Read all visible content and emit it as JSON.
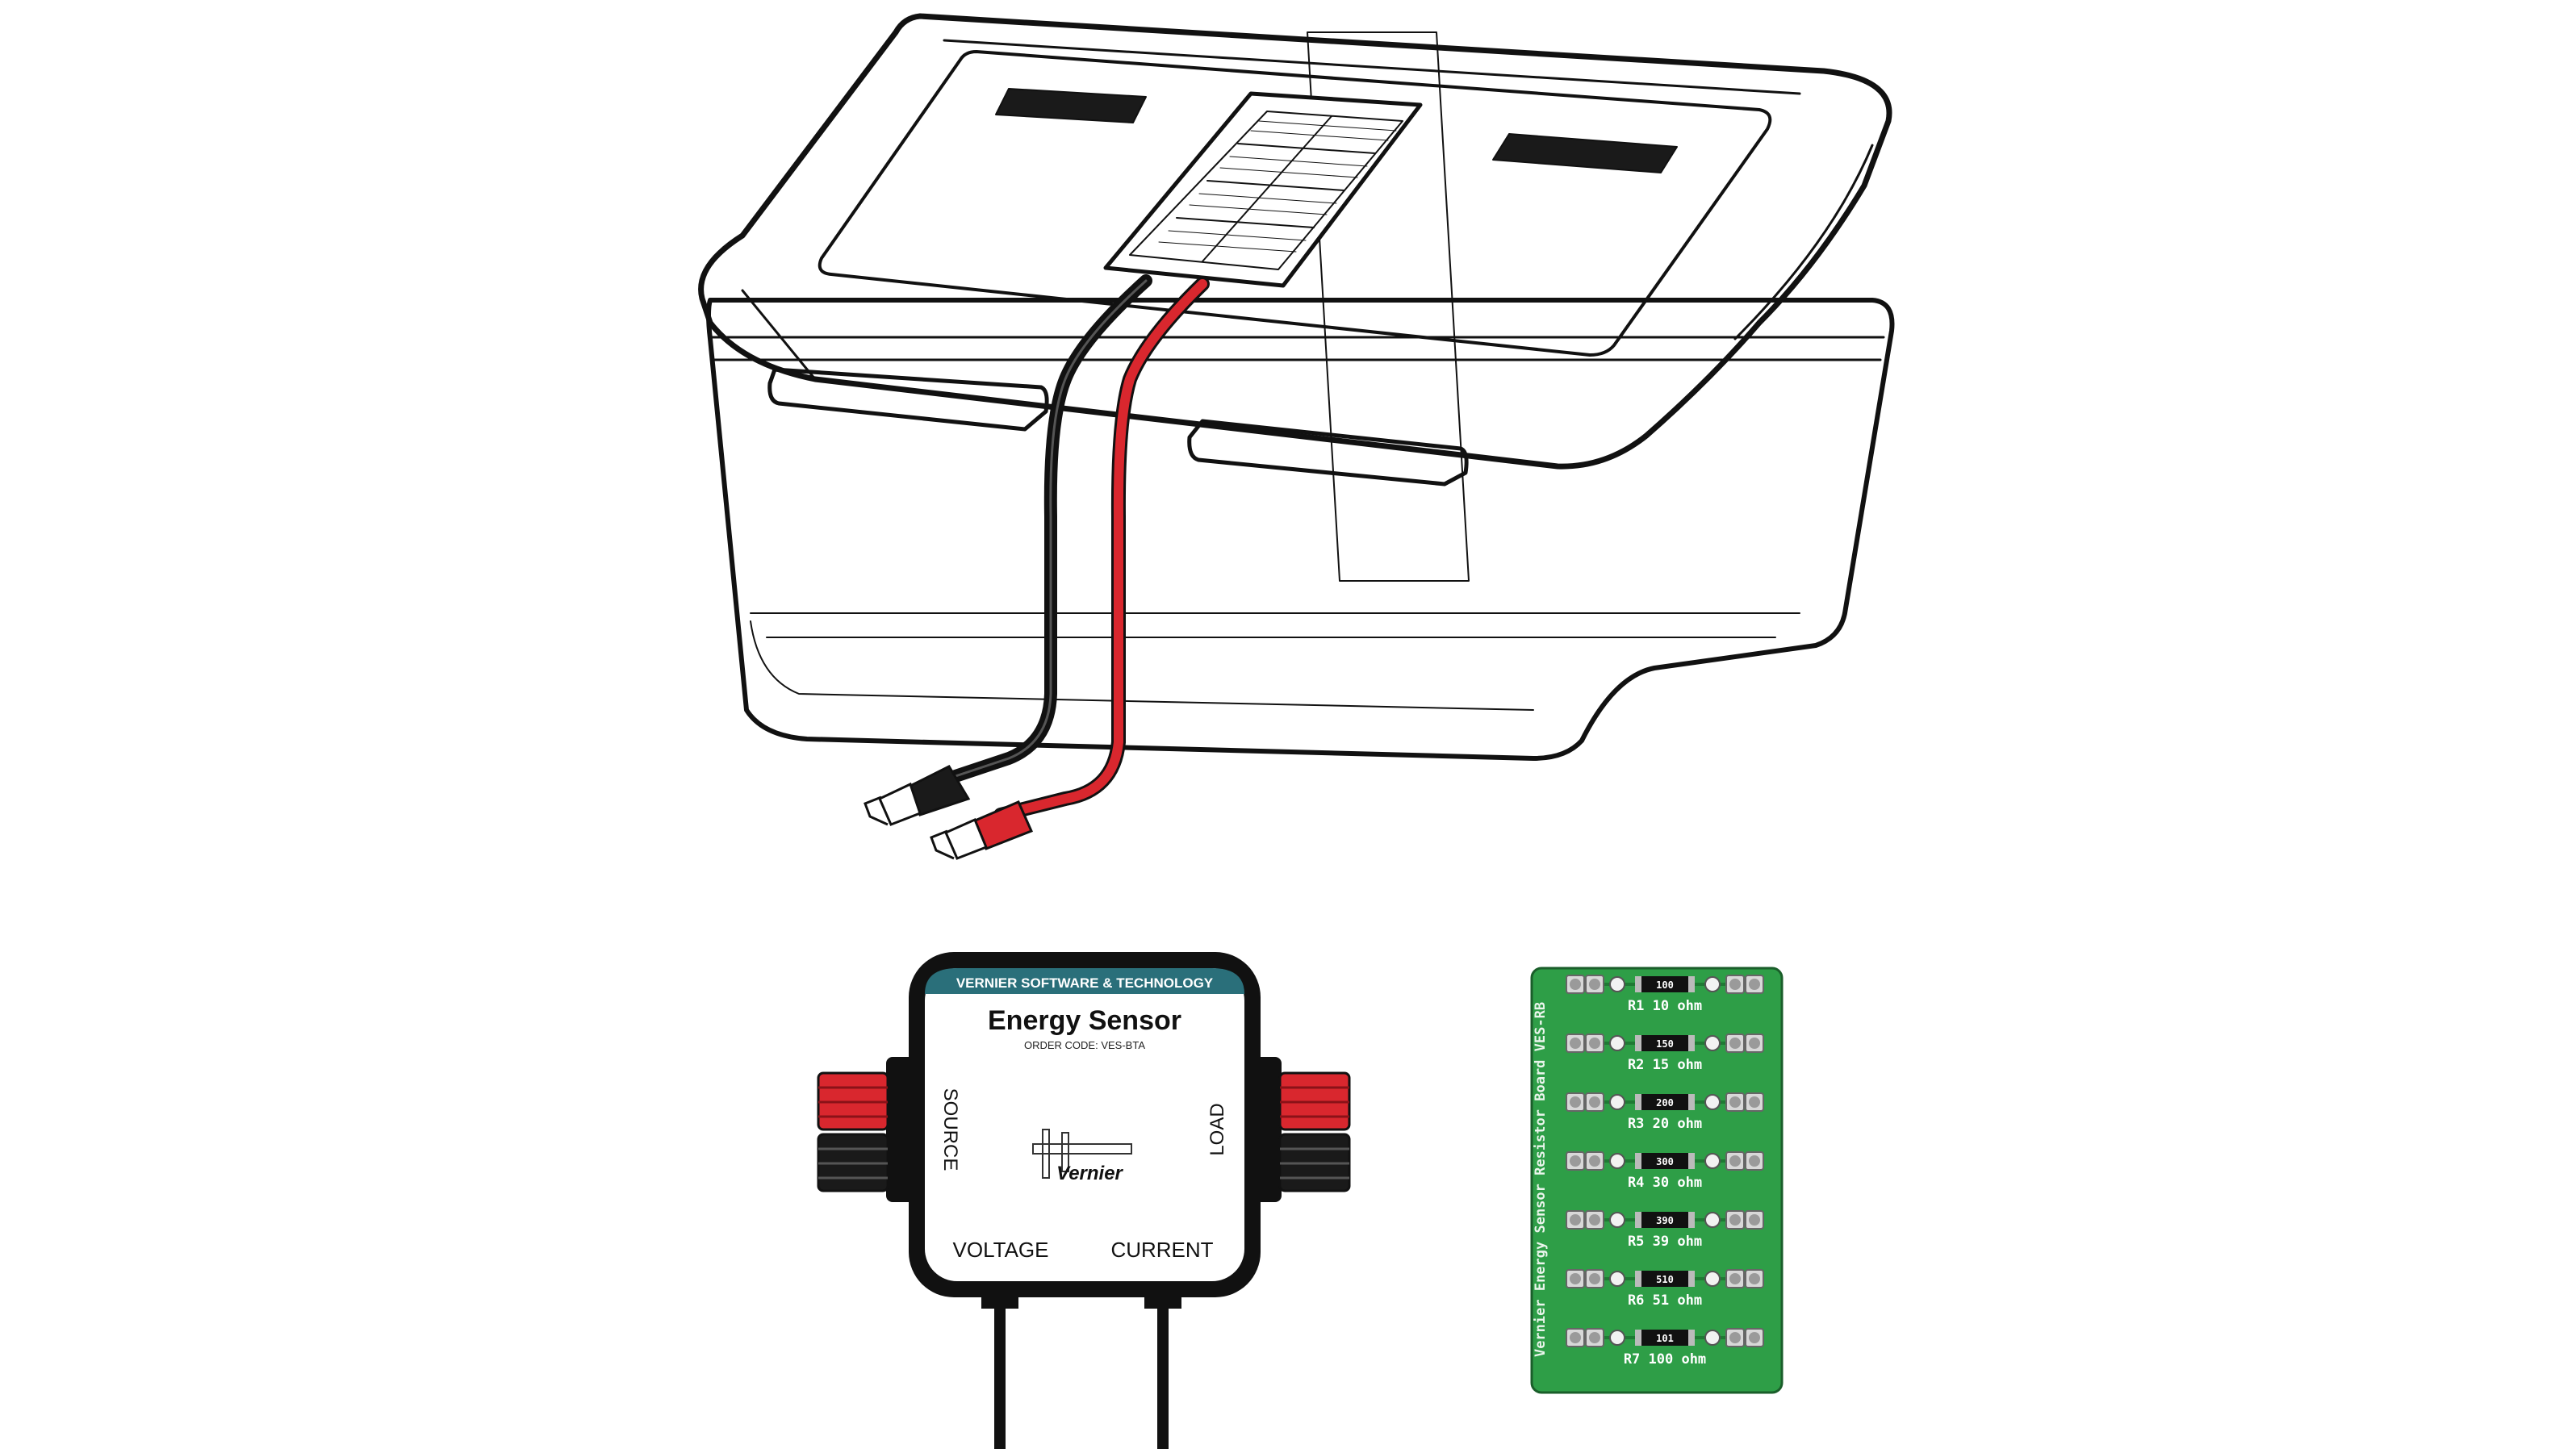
{
  "colors": {
    "background": "#ffffff",
    "outline": "#111111",
    "wire_black": "#151515",
    "wire_red": "#d9272e",
    "banner_teal": "#2a6f7a",
    "board_green": "#2e9e47",
    "board_dark": "#1f7a34",
    "pad_white": "#f2f2f2",
    "terminal_red": "#d9272e",
    "terminal_black": "#1a1a1a"
  },
  "container": {
    "description_icon": "clear-plastic-box-with-solar-panel-icon"
  },
  "sensor": {
    "banner": "VERNIER SOFTWARE & TECHNOLOGY",
    "title": "Energy Sensor",
    "order_code": "ORDER CODE: VES-BTA",
    "source_label": "SOURCE",
    "load_label": "LOAD",
    "voltage_label": "VOLTAGE",
    "current_label": "CURRENT",
    "logo_text": "Vernier"
  },
  "board": {
    "side_label": "Vernier Energy Sensor Resistor Board VES-RB",
    "resistors": [
      {
        "code": "100",
        "label": "R1  10  ohm"
      },
      {
        "code": "150",
        "label": "R2  15  ohm"
      },
      {
        "code": "200",
        "label": "R3  20  ohm"
      },
      {
        "code": "300",
        "label": "R4  30  ohm"
      },
      {
        "code": "390",
        "label": "R5  39  ohm"
      },
      {
        "code": "510",
        "label": "R6  51 ohm"
      },
      {
        "code": "101",
        "label": "R7 100 ohm"
      }
    ]
  }
}
